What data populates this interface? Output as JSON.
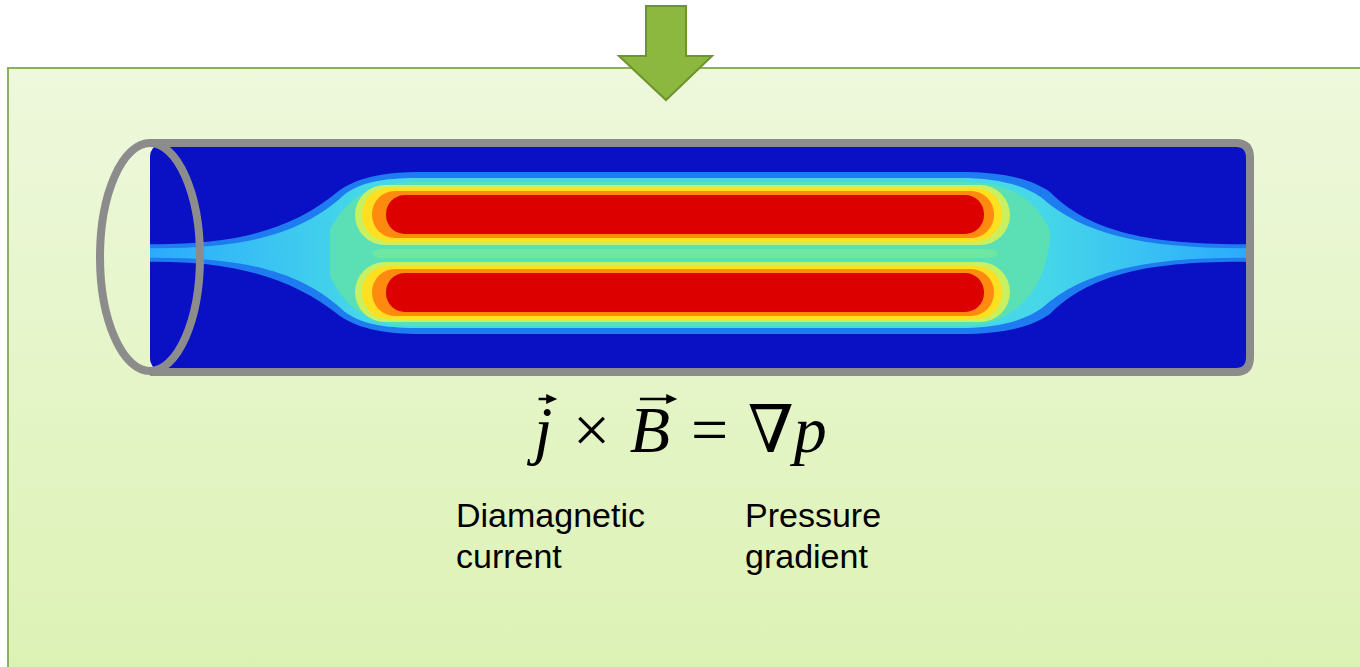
{
  "diagram": {
    "labels": [
      "j × B = ∇p",
      "Diamagnetic current",
      "Pressure gradient"
    ]
  }
}
